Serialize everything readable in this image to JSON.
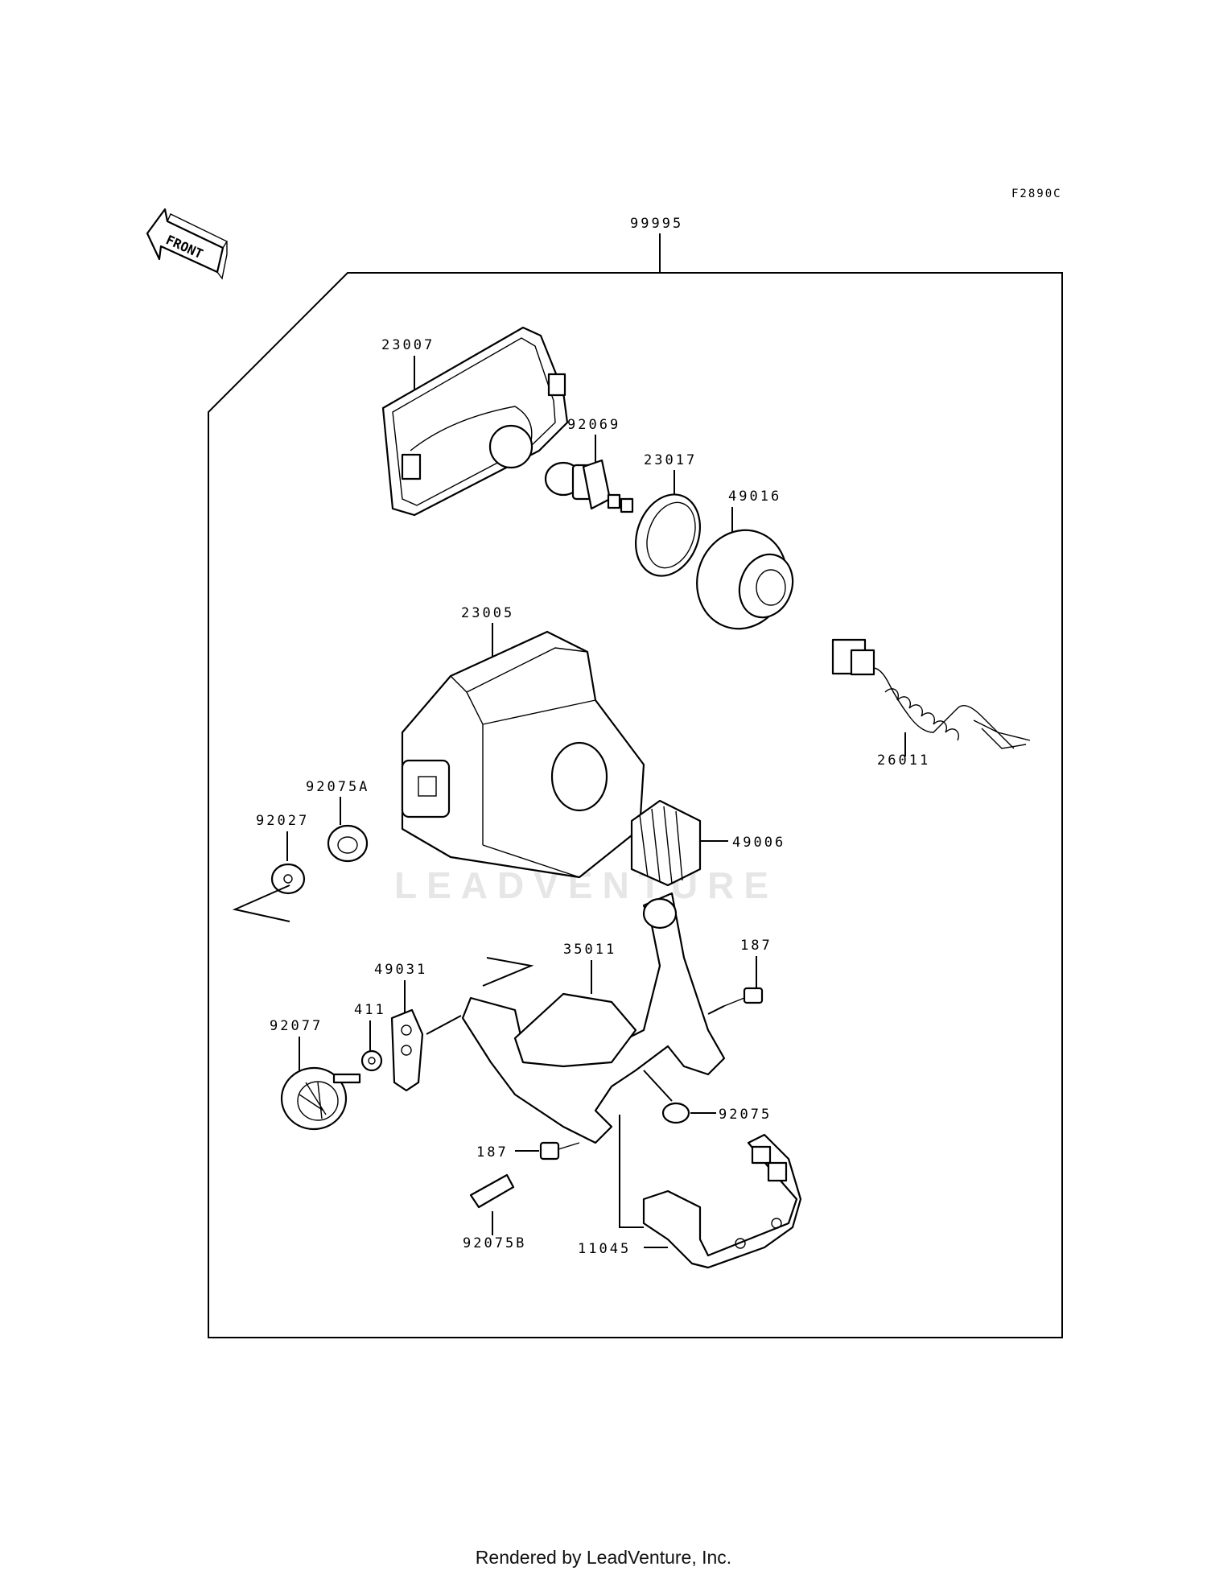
{
  "figure_code": "F2890C",
  "front_label": "FRONT",
  "watermark": "LEADVENTURE",
  "footer": "Rendered by LeadVenture, Inc.",
  "callouts": {
    "assembly": "99995",
    "headlight_unit": "23007",
    "bulb": "92069",
    "socket": "23017",
    "dust_cap": "49016",
    "housing": "23005",
    "wire_harness": "26011",
    "grommet_a": "92075A",
    "washer_plug": "92027",
    "boot": "49006",
    "bolt_upper": "187",
    "bracket": "35011",
    "plate": "49031",
    "washer": "411",
    "knob": "92077",
    "grommet": "92075",
    "bolt_lower": "187",
    "clip": "92075B",
    "mount_bracket": "11045"
  }
}
